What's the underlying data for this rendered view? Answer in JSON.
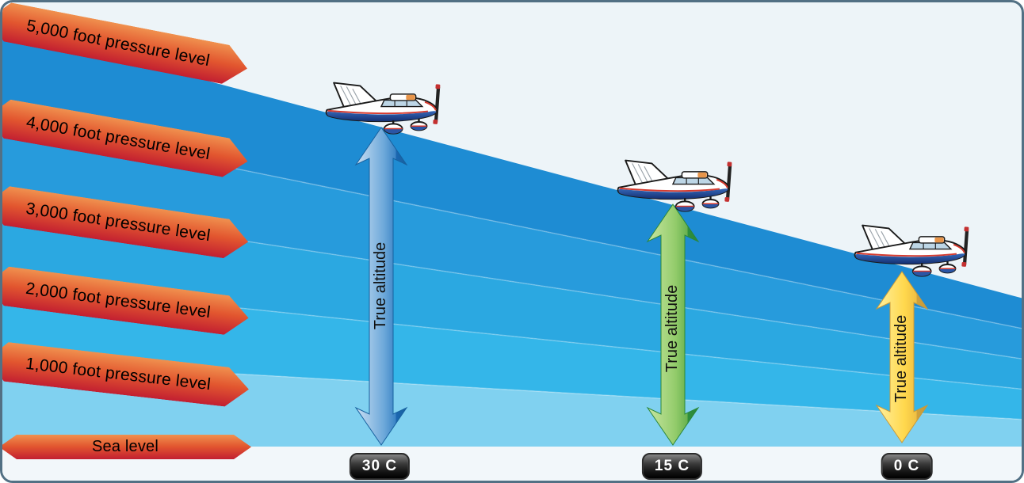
{
  "banners": [
    {
      "label": "5,000 foot pressure level"
    },
    {
      "label": "4,000 foot pressure level"
    },
    {
      "label": "3,000 foot pressure level"
    },
    {
      "label": "2,000 foot pressure level"
    },
    {
      "label": "1,000 foot pressure level"
    },
    {
      "label": "Sea level"
    }
  ],
  "arrows": [
    {
      "label": "True altitude",
      "temperature": "30 C",
      "color": "#1a67b2"
    },
    {
      "label": "True altitude",
      "temperature": "15 C",
      "color": "#2e8f3c"
    },
    {
      "label": "True altitude",
      "temperature": "0 C",
      "color": "#f2cd3e"
    }
  ],
  "colors": {
    "background": "#edf4f8",
    "frame_border": "#527084",
    "banner_gradient_top": "#f0914f",
    "banner_gradient_bottom": "#c21f31",
    "bands": [
      "#1e8cd3",
      "#279bdc",
      "#2ba8e1",
      "#34b6e9",
      "#80d1f0"
    ],
    "badge_background": "#1c1c1c",
    "badge_text": "#ffffff"
  }
}
